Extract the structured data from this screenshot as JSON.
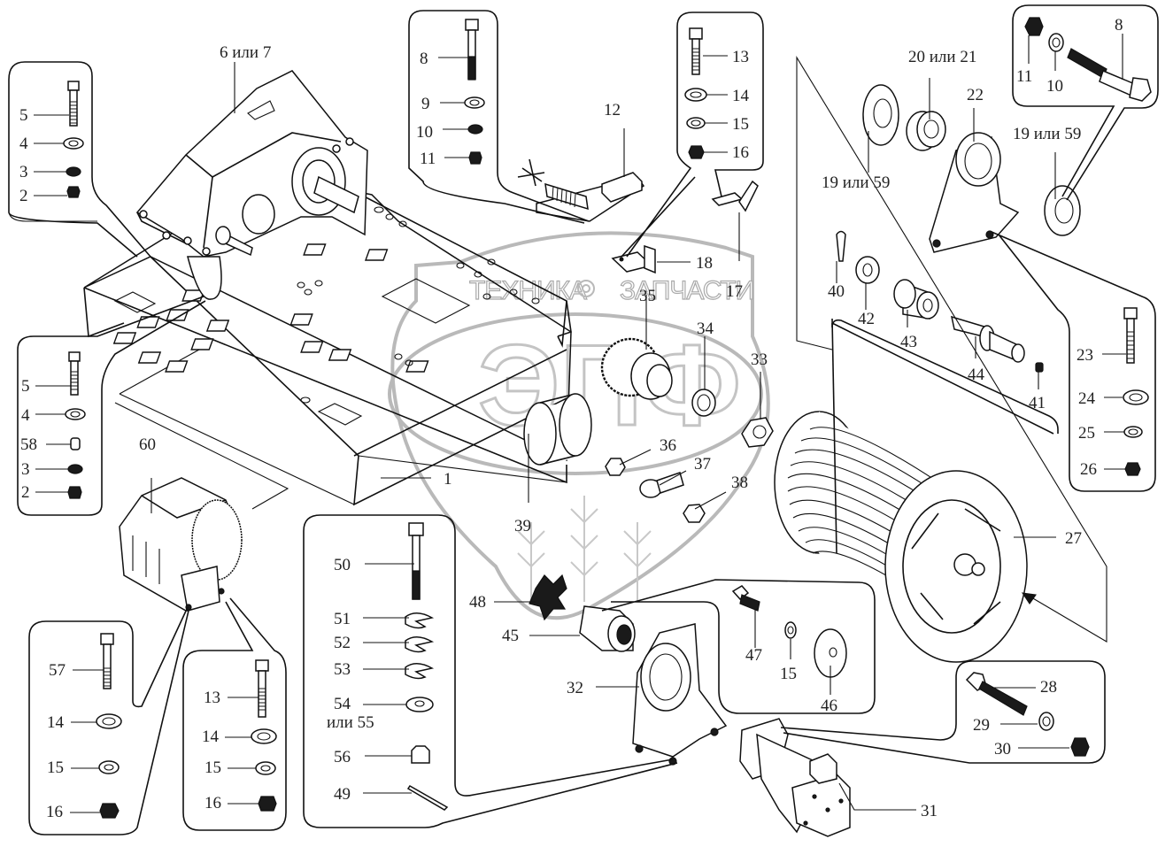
{
  "diagram": {
    "title": "Winch assembly exploded parts diagram",
    "watermark": {
      "left_word": "ТЕХНИКА",
      "right_word": "ЗАПЧАСТИ",
      "logo_text": "ЭПФ",
      "gear_icon": "gear-icon"
    },
    "labels": {
      "p1": "1",
      "p6or7": "6 или 7",
      "p12": "12",
      "p17": "17",
      "p18": "18",
      "p19or59_a": "19 или 59",
      "p19or59_b": "19 или 59",
      "p20or21": "20 или 21",
      "p22": "22",
      "p27": "27",
      "p31": "31",
      "p32": "32",
      "p33": "33",
      "p34": "34",
      "p35": "35",
      "p36": "36",
      "p37": "37",
      "p38": "38",
      "p39": "39",
      "p40": "40",
      "p41": "41",
      "p42": "42",
      "p43": "43",
      "p44": "44",
      "p45": "45",
      "p46": "46",
      "p47": "47",
      "p48": "48",
      "p60": "60"
    },
    "callout_boxes": {
      "box_gearbox_top": [
        "5",
        "4",
        "3",
        "2"
      ],
      "box_gearbox_bottom": [
        "5",
        "4",
        "58",
        "3",
        "2"
      ],
      "box_tensioner": [
        "8",
        "9",
        "10",
        "11"
      ],
      "box_bracket": [
        "13",
        "14",
        "15",
        "16"
      ],
      "box_bearing": [
        "11",
        "10",
        "8"
      ],
      "box_support": [
        "23",
        "24",
        "25",
        "26"
      ],
      "box_brake_left": [
        "57",
        "14",
        "15",
        "16"
      ],
      "box_brake_right": [
        "13",
        "14",
        "15",
        "16"
      ],
      "box_coupling": [
        "50",
        "51",
        "52",
        "53",
        "54",
        "или 55",
        "56",
        "49"
      ],
      "box_motor_mount": [
        "47",
        "15",
        "46"
      ],
      "box_motor_bolts": [
        "28",
        "29",
        "30"
      ]
    }
  }
}
